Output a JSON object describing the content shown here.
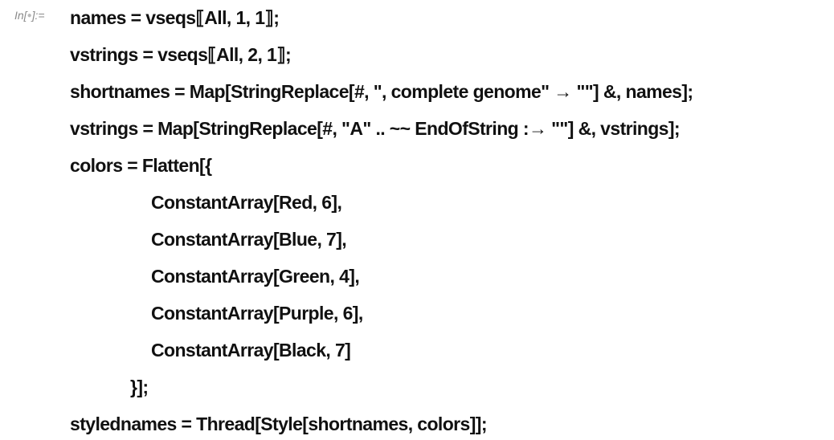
{
  "cell": {
    "label_prefix": "In[",
    "label_dot": "●",
    "label_suffix": "]:="
  },
  "code_lines": [
    "names = vseqs⟦All, 1, 1⟧;",
    "vstrings = vseqs⟦All, 2, 1⟧;",
    "shortnames = Map[StringReplace[#, \", complete genome\" → \"\"] &, names];",
    "vstrings = Map[StringReplace[#, \"A\" .. ~~ EndOfString :→ \"\"] &, vstrings];",
    "colors = Flatten[{",
    "ConstantArray[Red, 6],",
    "ConstantArray[Blue, 7],",
    "ConstantArray[Green, 4],",
    "ConstantArray[Purple, 6],",
    "ConstantArray[Black, 7]",
    "}];",
    "stylednames = Thread[Style[shortnames, colors]];"
  ]
}
